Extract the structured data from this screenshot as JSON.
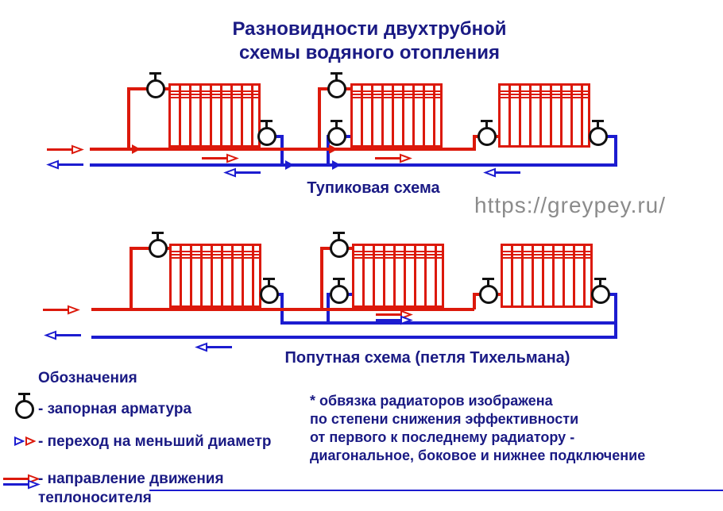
{
  "page": {
    "title": "Разновидности двухтрубной\nсхемы водяного отопления",
    "watermark": "https://greypey.ru/"
  },
  "diagrams": {
    "dead_end": {
      "label": "Тупиковая схема",
      "radiator_count": 3
    },
    "tichelmann": {
      "label": "Попутная схема (петля Тихельмана)",
      "radiator_count": 3
    }
  },
  "legend": {
    "heading": "Обозначения",
    "items": [
      {
        "icon": "valve-icon",
        "label": "- запорная арматура"
      },
      {
        "icon": "reducer-arrows-icon",
        "label": "- переход на меньший диаметр"
      },
      {
        "icon": "flow-direction-arrows-icon",
        "label": "- направление движения\nтеплоносителя"
      }
    ]
  },
  "note": {
    "text": "* обвязка радиаторов изображена\nпо степени снижения эффективности\nот первого к последнему радиатору -\nдиагональное, боковое и нижнее подключение"
  },
  "colors": {
    "supply_red": "#dc190b",
    "return_blue": "#1c1cd0",
    "text_navy": "#1a1a84",
    "watermark_gray": "#8b8b8b",
    "valve_black": "#111111"
  }
}
